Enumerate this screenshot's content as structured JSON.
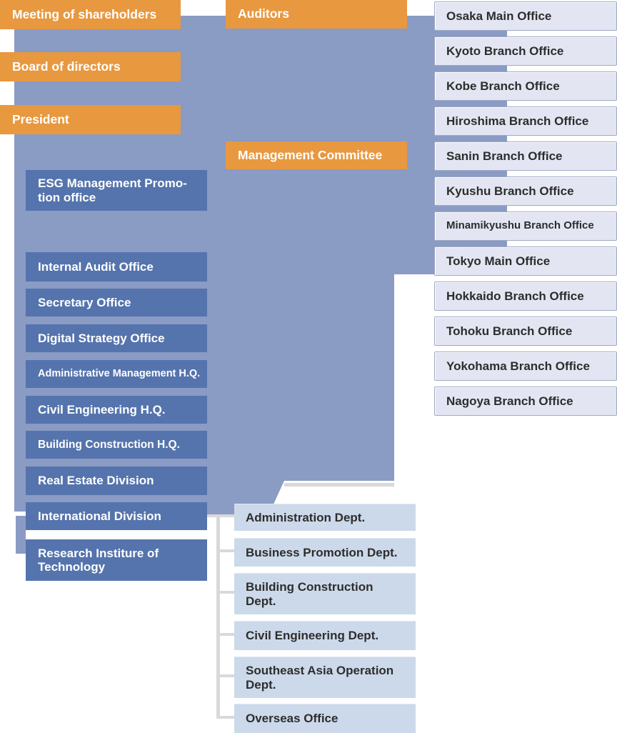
{
  "title": "Organization chart",
  "colors": {
    "governance_orange": "#E8983F",
    "connector_panel_blue": "#8A9BC4",
    "division_blue": "#5574AD",
    "branch_office_fill": "#E3E6F2",
    "branch_office_border": "#9FA9C4",
    "department_fill": "#CCD9EA",
    "tree_connector_gray": "#D9D9D9",
    "text_on_blue": "#FFFFFF",
    "text_on_light": "#2D2D2D"
  },
  "governance_nodes": [
    {
      "label": "Meeting of shareholders"
    },
    {
      "label": "Board of directors"
    },
    {
      "label": "President"
    }
  ],
  "committee_nodes": [
    {
      "label": "Auditors"
    },
    {
      "label": "Management Committee"
    }
  ],
  "division_nodes": [
    {
      "label": "ESG Management Promo-\ntion office"
    },
    {
      "label": "Internal Audit Office"
    },
    {
      "label": "Secretary Office"
    },
    {
      "label": "Digital Strategy Office"
    },
    {
      "label": "Administrative Management H.Q."
    },
    {
      "label": "Civil Engineering H.Q."
    },
    {
      "label": "Building Construction H.Q."
    },
    {
      "label": "Real Estate Division"
    },
    {
      "label": "International Division"
    },
    {
      "label": "Research Institure of\nTechnology"
    }
  ],
  "branch_nodes": [
    {
      "label": "Osaka Main Office"
    },
    {
      "label": "Kyoto Branch Office"
    },
    {
      "label": "Kobe Branch Office"
    },
    {
      "label": "Hiroshima Branch Office"
    },
    {
      "label": "Sanin Branch Office"
    },
    {
      "label": "Kyushu Branch Office"
    },
    {
      "label": "Minamikyushu Branch Office"
    },
    {
      "label": "Tokyo Main Office"
    },
    {
      "label": "Hokkaido Branch Office"
    },
    {
      "label": "Tohoku Branch Office"
    },
    {
      "label": "Yokohama Branch Office"
    },
    {
      "label": "Nagoya Branch Office"
    }
  ],
  "department_nodes": [
    {
      "label": "Administration Dept."
    },
    {
      "label": "Business Promotion Dept."
    },
    {
      "label": "Building Construction\nDept."
    },
    {
      "label": "Civil Engineering Dept."
    },
    {
      "label": "Southeast Asia Operation\nDept."
    },
    {
      "label": "Overseas Office"
    }
  ]
}
